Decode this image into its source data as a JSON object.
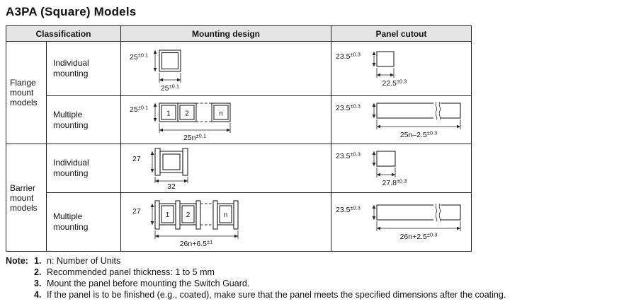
{
  "page_title": "A3PA (Square) Models",
  "table": {
    "headers": {
      "classification": "Classification",
      "mounting_design": "Mounting design",
      "panel_cutout": "Panel cutout"
    },
    "groups": [
      {
        "name": "Flange mount models",
        "rows": [
          {
            "type": "Individual mounting",
            "mounting": {
              "h_val": "25",
              "h_tol": "±0.1",
              "w_val": "25",
              "w_tol": "±0.1"
            },
            "cutout": {
              "h_val": "23.5",
              "h_tol": "±0.3",
              "w_val": "22.5",
              "w_tol": "±0.3"
            }
          },
          {
            "type": "Multiple mounting",
            "mounting": {
              "h_val": "25",
              "h_tol": "±0.1",
              "w_val": "25n",
              "w_tol": "±0.1",
              "u1": "1",
              "u2": "2",
              "un": "n"
            },
            "cutout": {
              "h_val": "23.5",
              "h_tol": "±0.3",
              "w_val": "25n–2.5",
              "w_tol": "±0.3"
            }
          }
        ]
      },
      {
        "name": "Barrier mount models",
        "rows": [
          {
            "type": "Individual mounting",
            "mounting": {
              "h_val": "27",
              "h_tol": "",
              "w_val": "32",
              "w_tol": ""
            },
            "cutout": {
              "h_val": "23.5",
              "h_tol": "±0.3",
              "w_val": "27.8",
              "w_tol": "±0.3"
            }
          },
          {
            "type": "Multiple mounting",
            "mounting": {
              "h_val": "27",
              "h_tol": "",
              "w_val": "26n+6.5",
              "w_tol": "±1",
              "u1": "1",
              "u2": "2",
              "un": "n"
            },
            "cutout": {
              "h_val": "23.5",
              "h_tol": "±0.3",
              "w_val": "26n+2.5",
              "w_tol": "±0.3"
            }
          }
        ]
      }
    ]
  },
  "notes": {
    "label": "Note:",
    "items": [
      {
        "num": "1.",
        "text": "n: Number of Units"
      },
      {
        "num": "2.",
        "text": "Recommended panel thickness: 1 to 5 mm"
      },
      {
        "num": "3.",
        "text": "Mount the panel before mounting the Switch Guard."
      },
      {
        "num": "4.",
        "text": "If the panel is to be finished (e.g., coated), make sure that the panel meets the specified dimensions after the coating."
      }
    ]
  }
}
